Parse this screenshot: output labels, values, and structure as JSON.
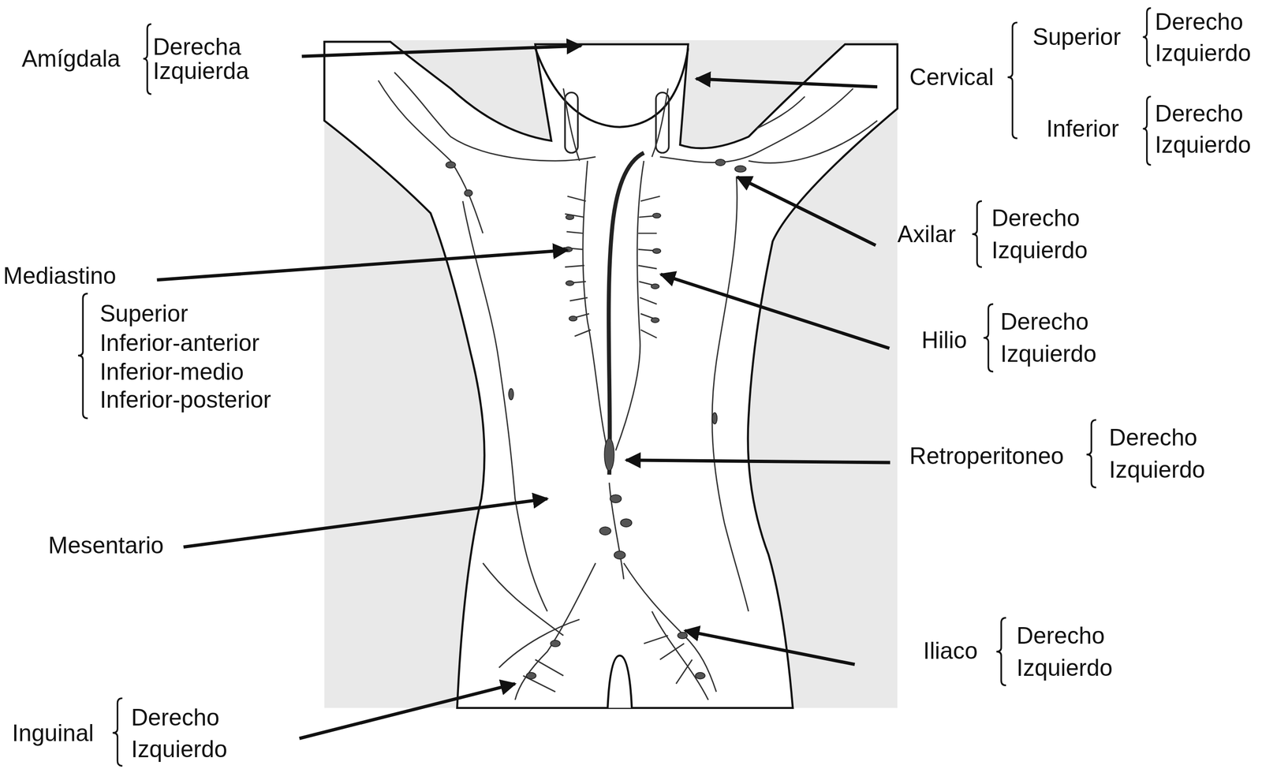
{
  "diagram": {
    "labels": [
      "Amígdala",
      "Derecha",
      "Izquierda",
      "Cervical",
      "Superior",
      "Derecho",
      "Izquierdo",
      "Inferior",
      "Derecho",
      "Izquierdo",
      "Axilar",
      "Derecho",
      "Izquierdo",
      "Mediastino",
      "Superior",
      "Inferior-anterior",
      "Inferior-medio",
      "Inferior-posterior",
      "Hilio",
      "Derecho",
      "Izquierdo",
      "Retroperitoneo",
      "Derecho",
      "Izquierdo",
      "Mesentario",
      "Iliaco",
      "Derecho",
      "Izquierdo",
      "Inguinal",
      "Derecho",
      "Izquierdo"
    ]
  }
}
